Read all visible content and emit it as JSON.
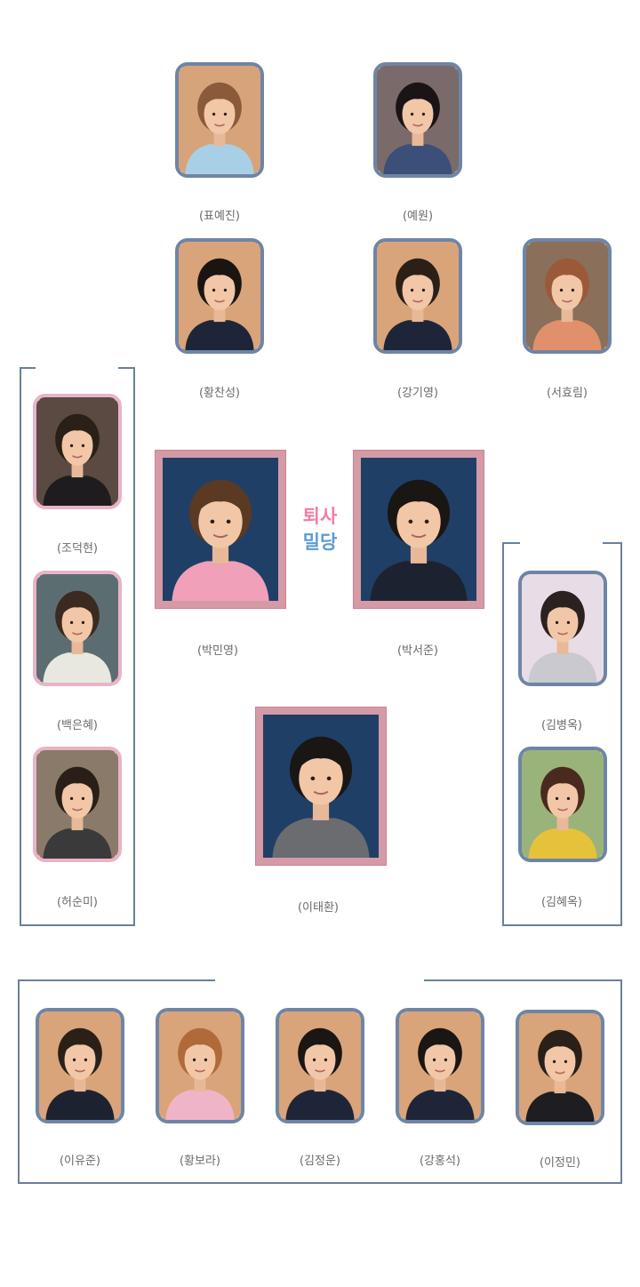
{
  "top_row_1": [
    {
      "name": "(표예진)",
      "bg": "#d7a37a",
      "hair": "#8a5a3a",
      "cloth": "#a9cfe6"
    },
    {
      "name": "(예원)",
      "bg": "#7b6a6a",
      "hair": "#1a1416",
      "cloth": "#3b4f78"
    }
  ],
  "top_row_2": [
    {
      "name": "(황찬성)",
      "bg": "#d9a47a",
      "hair": "#1b1512",
      "cloth": "#1f2538"
    },
    {
      "name": "(강기영)",
      "bg": "#d9a47a",
      "hair": "#2a2018",
      "cloth": "#1f2538"
    },
    {
      "name": "(서효림)",
      "bg": "#8a6f5a",
      "hair": "#9a5a3a",
      "cloth": "#e0906a"
    }
  ],
  "leads": [
    {
      "name": "(박민영)",
      "bg": "#1f3f66",
      "hair": "#5a3a22",
      "cloth": "#f0a0b8"
    },
    {
      "name": "(박서준)",
      "bg": "#1f3f66",
      "hair": "#1a1614",
      "cloth": "#1d2230"
    }
  ],
  "relation": {
    "top": "퇴사",
    "bottom": "밀당",
    "top_color": "#f27ea5",
    "bottom_color": "#5c9bd4"
  },
  "center": {
    "name": "(이태환)",
    "bg": "#1f3f66",
    "hair": "#1a1614",
    "cloth": "#6a6c70"
  },
  "left_group": [
    {
      "name": "(조덕현)",
      "bg": "#5a4a42",
      "hair": "#2a2018",
      "cloth": "#1e1c1e"
    },
    {
      "name": "(백은혜)",
      "bg": "#5c6d72",
      "hair": "#3a2a20",
      "cloth": "#e8e8e0"
    },
    {
      "name": "(허순미)",
      "bg": "#8a7a6a",
      "hair": "#2a1e18",
      "cloth": "#3a3a3a"
    }
  ],
  "right_group": [
    {
      "name": "(김병옥)",
      "bg": "#e8dde6",
      "hair": "#2a2220",
      "cloth": "#c9c9cf"
    },
    {
      "name": "(김혜옥)",
      "bg": "#9ab37a",
      "hair": "#4a2a1e",
      "cloth": "#e6c23a"
    }
  ],
  "bottom_group": [
    {
      "name": "(이유준)",
      "bg": "#d9a47a",
      "hair": "#2a2018",
      "cloth": "#1d2230"
    },
    {
      "name": "(황보라)",
      "bg": "#d9a47a",
      "hair": "#b06a3a",
      "cloth": "#f0b4c8"
    },
    {
      "name": "(김정운)",
      "bg": "#d9a47a",
      "hair": "#1a1614",
      "cloth": "#1f2538"
    },
    {
      "name": "(강홍석)",
      "bg": "#d9a47a",
      "hair": "#1a1614",
      "cloth": "#1f2538"
    },
    {
      "name": "(이정민)",
      "bg": "#d9a47a",
      "hair": "#2a2018",
      "cloth": "#1d1d22"
    }
  ],
  "colors": {
    "frame_blue": "#6f85a6",
    "frame_pink": "#eab3c6",
    "line": "#6a7f9c"
  }
}
